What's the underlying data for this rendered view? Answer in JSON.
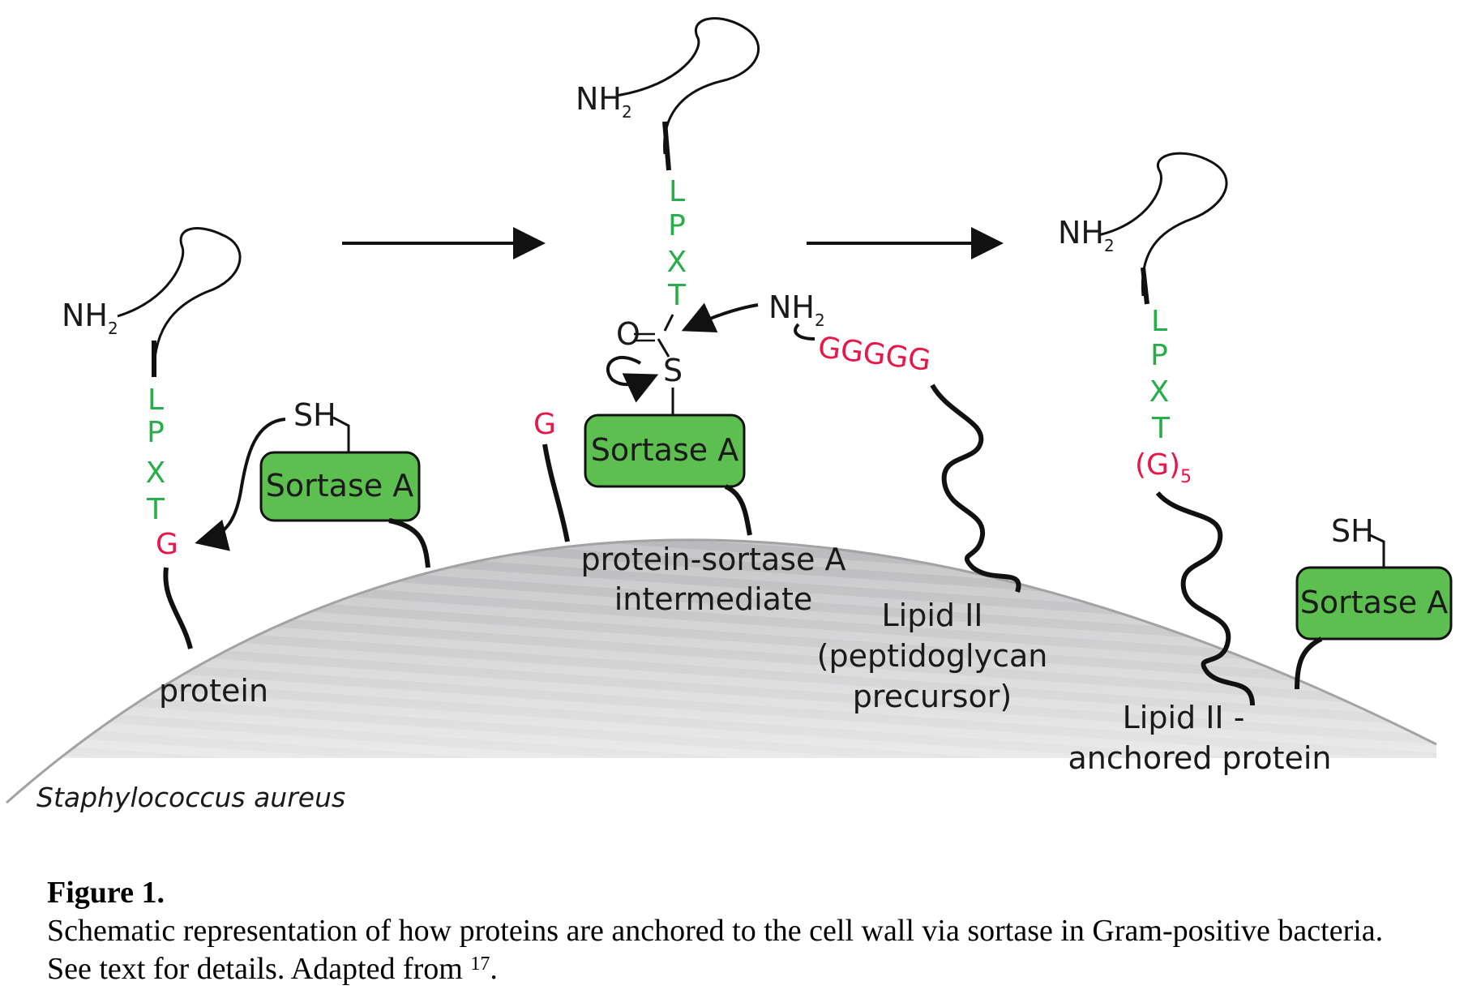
{
  "diagram": {
    "step1": {
      "nh2_main": "NH",
      "nh2_sub": "2",
      "motif": [
        "L",
        "P",
        "X",
        "T"
      ],
      "g": "G",
      "sh": "SH",
      "enzyme": "Sortase A",
      "protein_label": "protein"
    },
    "step2": {
      "nh2_main": "NH",
      "nh2_sub": "2",
      "motif": [
        "L",
        "P",
        "X",
        "T"
      ],
      "carbonyl_o": "O",
      "thioester_s": "S",
      "g": "G",
      "enzyme": "Sortase A",
      "intermediate_label": [
        "protein-sortase A",
        "intermediate"
      ],
      "lipid_nh2_main": "NH",
      "lipid_nh2_sub": "2",
      "pentaglycine": "GGGGG",
      "lipid_label": [
        "Lipid II",
        "(peptidoglycan",
        "precursor)"
      ]
    },
    "step3": {
      "nh2_main": "NH",
      "nh2_sub": "2",
      "motif": [
        "L",
        "P",
        "X",
        "T"
      ],
      "g5_main": "(G)",
      "g5_sub": "5",
      "sh": "SH",
      "enzyme": "Sortase A",
      "anchored_label": [
        "Lipid II -",
        "anchored protein"
      ]
    },
    "organism": "Staphylococcus aureus",
    "colors": {
      "motif": "#27ae4a",
      "glycine": "#e8174a",
      "enzyme_fill": "#5cbf4f",
      "cell": "#c7c7c9"
    }
  },
  "caption": {
    "title": "Figure 1.",
    "text": "Schematic representation of how proteins are anchored to the cell wall via sortase in Gram-positive bacteria. See text for details. Adapted from ",
    "ref": "17",
    "end": "."
  }
}
